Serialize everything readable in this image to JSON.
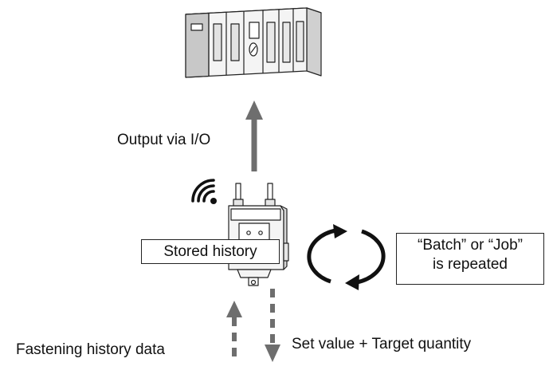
{
  "labels": {
    "output": "Output via I/O",
    "stored": "Stored history",
    "repeat_line1": "“Batch” or “Job”",
    "repeat_line2": "is repeated",
    "fastening": "Fastening history data",
    "setvalue": "Set value + Target quantity"
  },
  "colors": {
    "ink": "#111111",
    "arrow_gray": "#6e6e6e",
    "device_fill": "#f2f2f2"
  },
  "icons": [
    "plc-rack-icon",
    "wireless-signal-icon",
    "controller-device-icon",
    "cycle-arrows-icon"
  ]
}
